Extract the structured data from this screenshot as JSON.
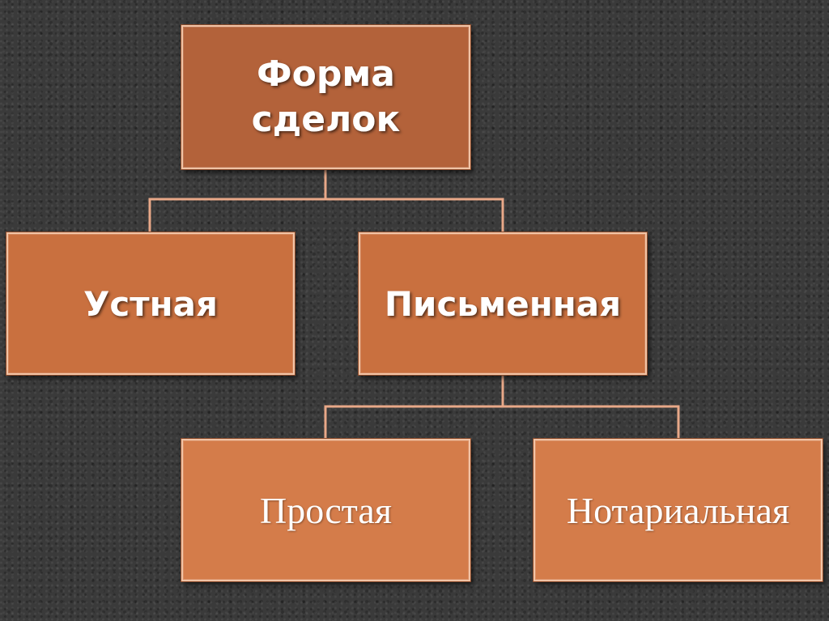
{
  "diagram": {
    "root": {
      "label_line1": "Форма",
      "label_line2": "сделок"
    },
    "level1": {
      "oral": "Устная",
      "written": "Письменная"
    },
    "level2": {
      "simple": "Простая",
      "notarial": "Нотариальная"
    }
  },
  "colors": {
    "background": "#3a3a3a",
    "root_fill": "#b3623a",
    "level1_fill": "#c9703f",
    "level2_fill": "#d47c4a",
    "border": "#f1c3a5",
    "connector": "#e8a888",
    "text": "#ffffff"
  }
}
